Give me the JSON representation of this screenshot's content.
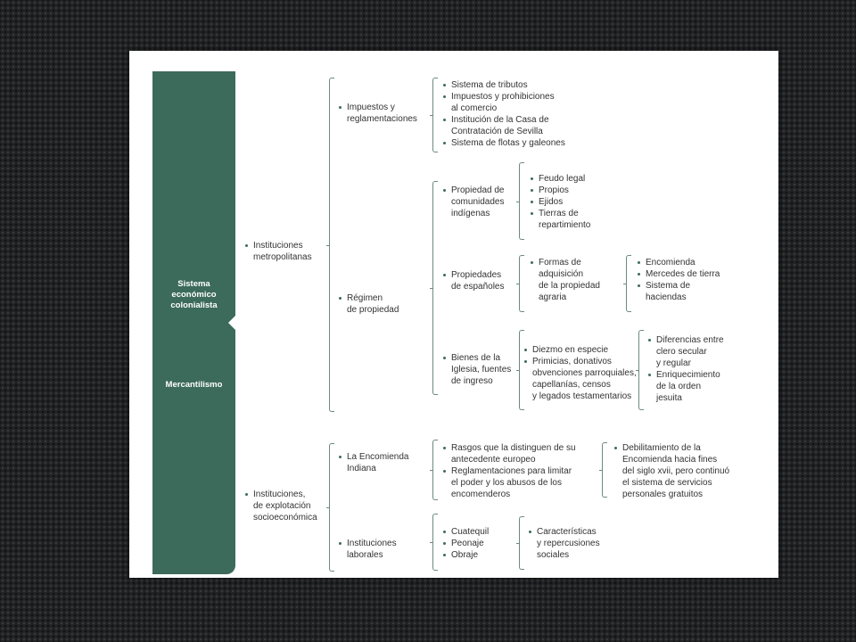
{
  "sidebar": {
    "title": "Sistema\neconómico\ncolonialista",
    "subtitle": "Mercantilismo"
  },
  "level1": {
    "metropolitanas": "Instituciones\nmetropolitanas",
    "explotacion": "Instituciones,\nde explotación\nsocioeconómica"
  },
  "metro": {
    "impuestos": "Impuestos y\nreglamentaciones",
    "regimen": "Régimen\nde propiedad"
  },
  "impuestos_items": [
    "Sistema de tributos",
    "Impuestos y prohibiciones\nal comercio",
    "Institución de la Casa de\nContratación de Sevilla",
    "Sistema de flotas y galeones"
  ],
  "regimen": {
    "indigenas": "Propiedad de\ncomunidades\nindígenas",
    "espanoles": "Propiedades\nde españoles",
    "iglesia": "Bienes de la\nIglesia, fuentes\nde ingreso"
  },
  "indigenas_items": [
    "Feudo legal",
    "Propios",
    "Ejidos",
    "Tierras de\nrepartimiento"
  ],
  "espanoles": {
    "formas": "Formas de\nadquisición\nde la propiedad\nagraria",
    "items": [
      "Encomienda",
      "Mercedes de tierra",
      "Sistema de\nhaciendas"
    ]
  },
  "iglesia": {
    "items": [
      "Diezmo en especie",
      "Primicias, donativos\nobvenciones parroquiales,\ncapellanías, censos\ny legados testamentarios"
    ],
    "sub_items": [
      "Diferencias entre\nclero secular\ny regular",
      "Enriquecimiento\nde la orden\njesuita"
    ]
  },
  "explot": {
    "encomienda": "La Encomienda\nIndiana",
    "laborales": "Instituciones\nlaborales"
  },
  "encomienda": {
    "items": [
      "Rasgos que la distinguen de su\nantecedente europeo",
      "Reglamentaciones para limitar\nel poder y los abusos de los\nencomenderos"
    ],
    "detail": "Debilitamiento de la\nEncomienda hacia fines\ndel siglo xvii, pero continuó\nel sistema de servicios\npersonales gratuitos"
  },
  "laborales": {
    "items": [
      "Cuatequil",
      "Peonaje",
      "Obraje"
    ],
    "detail": "Características\ny repercusiones\nsociales"
  },
  "colors": {
    "sidebar": "#3c6a5b",
    "text": "#333333",
    "bracket": "#6d8a80"
  }
}
